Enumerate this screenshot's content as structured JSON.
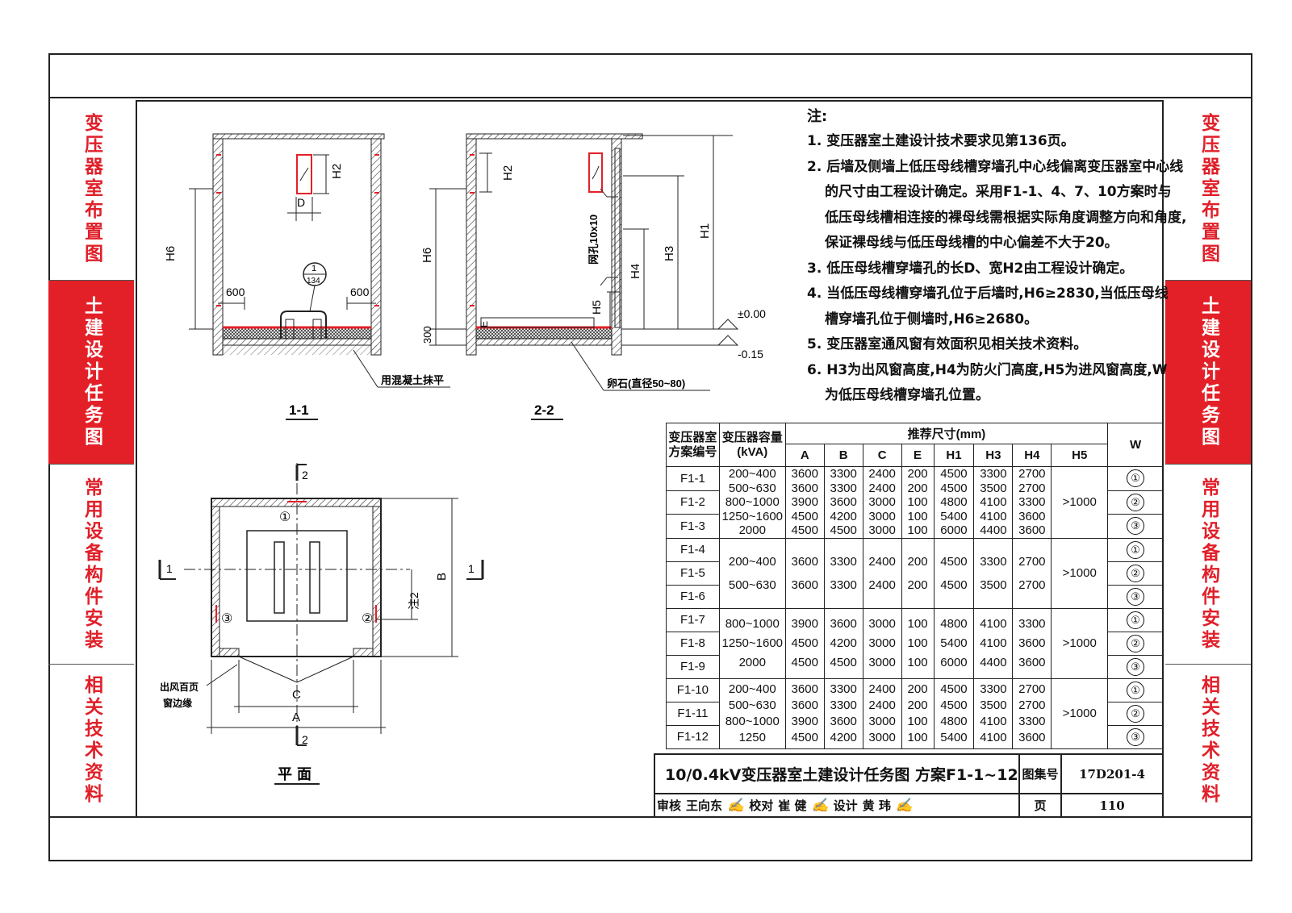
{
  "side_bands": [
    {
      "label": "变压器室布置图",
      "style": "white"
    },
    {
      "label": "土建设计任务图",
      "style": "red"
    },
    {
      "label": "常用设备构件安装",
      "style": "white"
    },
    {
      "label": "相关技术资料",
      "style": "white"
    }
  ],
  "notes": {
    "title": "注:",
    "lines": [
      "1. 变压器室土建设计技术要求见第136页。",
      "2. 后墙及侧墙上低压母线槽穿墙孔中心线偏离变压器室中心线",
      "的尺寸由工程设计确定。采用F1-1、4、7、10方案时与",
      "低压母线槽相连接的裸母线需根据实际角度调整方向和角度,",
      "保证裸母线与低压母线槽的中心偏差不大于20。",
      "3. 低压母线槽穿墙孔的长D、宽H2由工程设计确定。",
      "4. 当低压母线槽穿墙孔位于后墙时,H6≥2830,当低压母线",
      "槽穿墙孔位于侧墙时,H6≥2680。",
      "5. 变压器室通风窗有效面积见相关技术资料。",
      "6. H3为出风窗高度,H4为防火门高度,H5为进风窗高度,W",
      "为低压母线槽穿墙孔位置。"
    ]
  },
  "drawing_labels": {
    "h2": "H2",
    "h6": "H6",
    "d": "D",
    "dim600": "600",
    "ref_top": "1",
    "ref_bot": "134",
    "concrete": "用混凝土抹平",
    "sec11": "1-1",
    "sec22": "2-2",
    "mesh": "网孔10x10",
    "h1": "H1",
    "h3": "H3",
    "h4": "H4",
    "h5": "H5",
    "e": "E",
    "d300": "300",
    "lvl0": "±0.00",
    "lvl15": "-0.15",
    "gravel": "卵石(直径50~80)",
    "plan": "平面",
    "c": "C",
    "a": "A",
    "b": "B",
    "note2": "注2",
    "louver1": "出风百页",
    "louver2": "窗边缘",
    "n1": "1",
    "n2": "2",
    "m1": "①",
    "m2": "②",
    "m3": "③"
  },
  "table": {
    "h_scheme": "变压器室方案编号",
    "h_scheme_a": "变压器室",
    "h_scheme_b": "方案编号",
    "h_capacity_a": "变压器容量",
    "h_capacity_b": "(kVA)",
    "h_dims": "推荐尺寸(mm)",
    "h_w": "W",
    "cols": [
      "A",
      "B",
      "C",
      "E",
      "H1",
      "H3",
      "H4",
      "H5"
    ],
    "group1": {
      "schemes": [
        "F1-1",
        "F1-2",
        "F1-3"
      ],
      "capacity": [
        "200~400",
        "500~630",
        "800~1000",
        "1250~1600",
        "2000"
      ],
      "A": [
        "3600",
        "3600",
        "3900",
        "4500",
        "4500"
      ],
      "B": [
        "3300",
        "3300",
        "3600",
        "4200",
        "4500"
      ],
      "C": [
        "2400",
        "2400",
        "3000",
        "3000",
        "3000"
      ],
      "E": [
        "200",
        "200",
        "100",
        "100",
        "100"
      ],
      "H1": [
        "4500",
        "4500",
        "4800",
        "5400",
        "6000"
      ],
      "H3": [
        "3300",
        "3500",
        "4100",
        "4100",
        "4400"
      ],
      "H4": [
        "2700",
        "2700",
        "3300",
        "3600",
        "3600"
      ],
      "H5": ">1000",
      "W": [
        "①",
        "②",
        "③"
      ]
    },
    "group2": {
      "schemes": [
        "F1-4",
        "F1-5",
        "F1-6"
      ],
      "capacity": [
        "200~400",
        "500~630"
      ],
      "A": [
        "3600",
        "3600"
      ],
      "B": [
        "3300",
        "3300"
      ],
      "C": [
        "2400",
        "2400"
      ],
      "E": [
        "200",
        "200"
      ],
      "H1": [
        "4500",
        "4500"
      ],
      "H3": [
        "3300",
        "3500"
      ],
      "H4": [
        "2700",
        "2700"
      ],
      "H5": ">1000",
      "W": [
        "①",
        "②",
        "③"
      ]
    },
    "group3": {
      "schemes": [
        "F1-7",
        "F1-8",
        "F1-9"
      ],
      "capacity": [
        "800~1000",
        "1250~1600",
        "2000"
      ],
      "A": [
        "3900",
        "4500",
        "4500"
      ],
      "B": [
        "3600",
        "4200",
        "4500"
      ],
      "C": [
        "3000",
        "3000",
        "3000"
      ],
      "E": [
        "100",
        "100",
        "100"
      ],
      "H1": [
        "4800",
        "5400",
        "6000"
      ],
      "H3": [
        "4100",
        "4100",
        "4400"
      ],
      "H4": [
        "3300",
        "3600",
        "3600"
      ],
      "H5": ">1000",
      "W": [
        "①",
        "②",
        "③"
      ]
    },
    "group4": {
      "schemes": [
        "F1-10",
        "F1-11",
        "F1-12"
      ],
      "capacity": [
        "200~400",
        "500~630",
        "800~1000",
        "1250"
      ],
      "A": [
        "3600",
        "3600",
        "3900",
        "4500"
      ],
      "B": [
        "3300",
        "3300",
        "3600",
        "4200"
      ],
      "C": [
        "2400",
        "2400",
        "3000",
        "3000"
      ],
      "E": [
        "200",
        "200",
        "100",
        "100"
      ],
      "H1": [
        "4500",
        "4500",
        "4800",
        "5400"
      ],
      "H3": [
        "3300",
        "3500",
        "4100",
        "4100"
      ],
      "H4": [
        "2700",
        "2700",
        "3300",
        "3600"
      ],
      "H5": ">1000",
      "W": [
        "①",
        "②",
        "③"
      ]
    }
  },
  "title_block": {
    "title": "10/0.4kV变压器室土建设计任务图 方案F1-1~12",
    "atlas_label": "图集号",
    "atlas_no": "17D201-4",
    "review_label": "审核",
    "review_name": "王向东",
    "check_label": "校对",
    "check_name": "崔 健",
    "design_label": "设计",
    "design_name": "黄 玮",
    "page_label": "页",
    "page_no": "110"
  },
  "colors": {
    "accent_red": "#e32028",
    "line": "#222222"
  }
}
